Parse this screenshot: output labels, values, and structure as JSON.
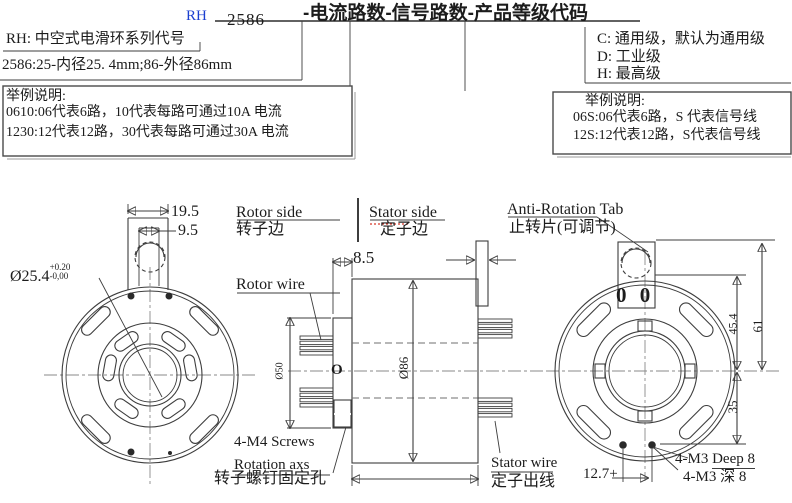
{
  "header": {
    "series_prefix": "RH",
    "model_number": "2586",
    "title_fields": "-电流路数-信号路数-产品等级代码",
    "series_note": "RH: 中空式电滑环系列代号",
    "size_note": "2586:25-内径25. 4mm;86-外径86mm",
    "grades": [
      "C: 通用级，默认为通用级",
      "D: 工业级",
      "H: 最高级"
    ],
    "current_example": {
      "title": "举例说明:",
      "line1": "0610:06代表6路，10代表每路可通过10A 电流",
      "line2": "1230:12代表12路，30代表每路可通过30A 电流"
    },
    "signal_example": {
      "title": "举例说明:",
      "line1": "06S:06代表6路，S 代表信号线",
      "line2": "12S:12代表12路，S代表信号线"
    }
  },
  "drawing": {
    "front_view": {
      "tab_width": "19.5",
      "tab_slot_width": "9.5",
      "bore_dia": "Ø25.4",
      "bore_tol_upper": "+0.20",
      "bore_tol_lower": "-0,00"
    },
    "side_view": {
      "rotor_side_en": "Rotor side",
      "rotor_side_zh": "转子边",
      "stator_side_en": "Stator side",
      "stator_side_zh": "定子边",
      "rotor_wire": "Rotor wire",
      "flange_thickness": "8.5",
      "outer_dia": "Ø86",
      "flange_dia": "Ø50",
      "origin_mark": "O",
      "screws_line1": "4-M4 Screws",
      "screws_line2": "Rotation axs",
      "screws_zh": "转子螺钉固定孔",
      "stator_wire_en": "Stator wire",
      "stator_wire_zh": "定子出线"
    },
    "rear_view": {
      "anti_rotation_en": "Anti-Rotation Tab",
      "anti_rotation_zh": "止转片(可调节)",
      "overlay_mark": "0 0",
      "dim_tab_to_center": "45.4",
      "dim_overall": "61",
      "dim_center_to_holes": "35",
      "dim_hole_offset": "12.7+",
      "thread_en_prefix": "4-M3",
      "thread_en_word": "Deep 8",
      "thread_zh": "4-M3 深 8"
    }
  },
  "colors": {
    "accent_blue": "#1b3fd0",
    "spellcheck_red": "#d8392b",
    "line_dark": "#3d3d3d"
  }
}
